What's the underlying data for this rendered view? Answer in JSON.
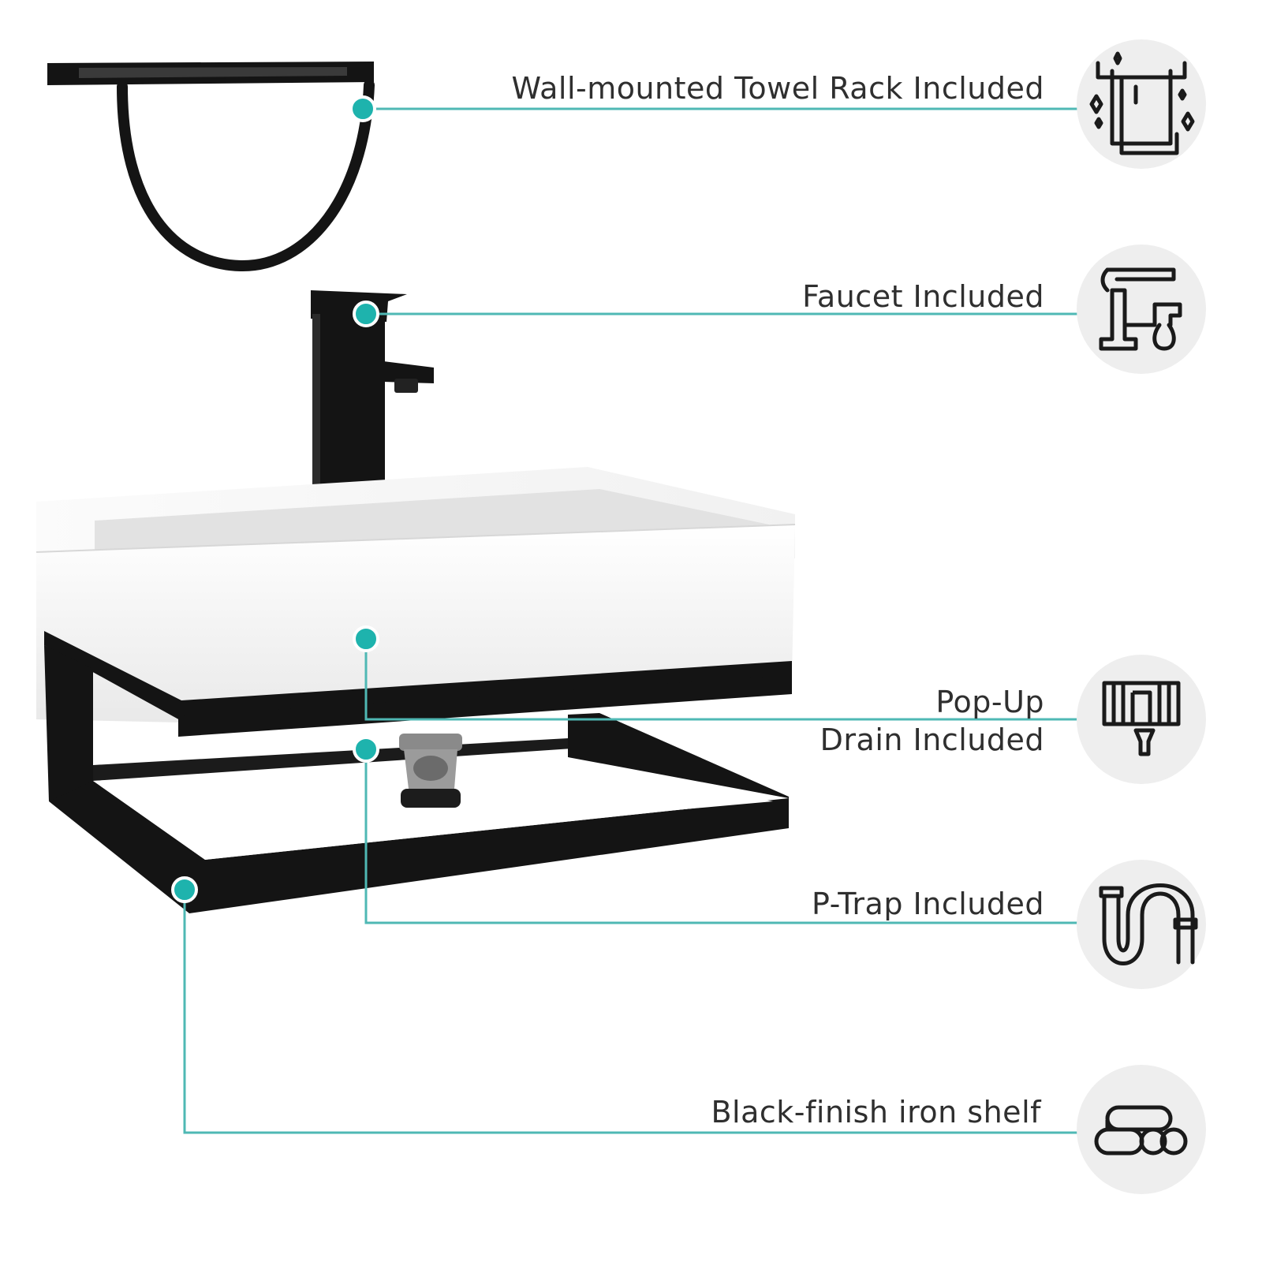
{
  "features": {
    "towel_rack": {
      "label": "Wall-mounted Towel Rack Included",
      "icon": "towel-rack-icon"
    },
    "faucet": {
      "label": "Faucet Included",
      "icon": "faucet-icon"
    },
    "drain": {
      "line1": "Pop-Up",
      "line2": "Drain Included",
      "icon": "pop-up-drain-icon"
    },
    "p_trap": {
      "label": "P-Trap Included",
      "icon": "p-trap-icon"
    },
    "shelf": {
      "label": "Black-finish iron shelf",
      "icon": "iron-shelf-icon"
    }
  },
  "colors": {
    "accent": "#1eb3ad",
    "callout_line": "#4fb8b4",
    "icon_circle": "#eeeeee",
    "metal": "#141414",
    "ceramic": "#f4f4f4",
    "text": "#2f2f2f"
  }
}
